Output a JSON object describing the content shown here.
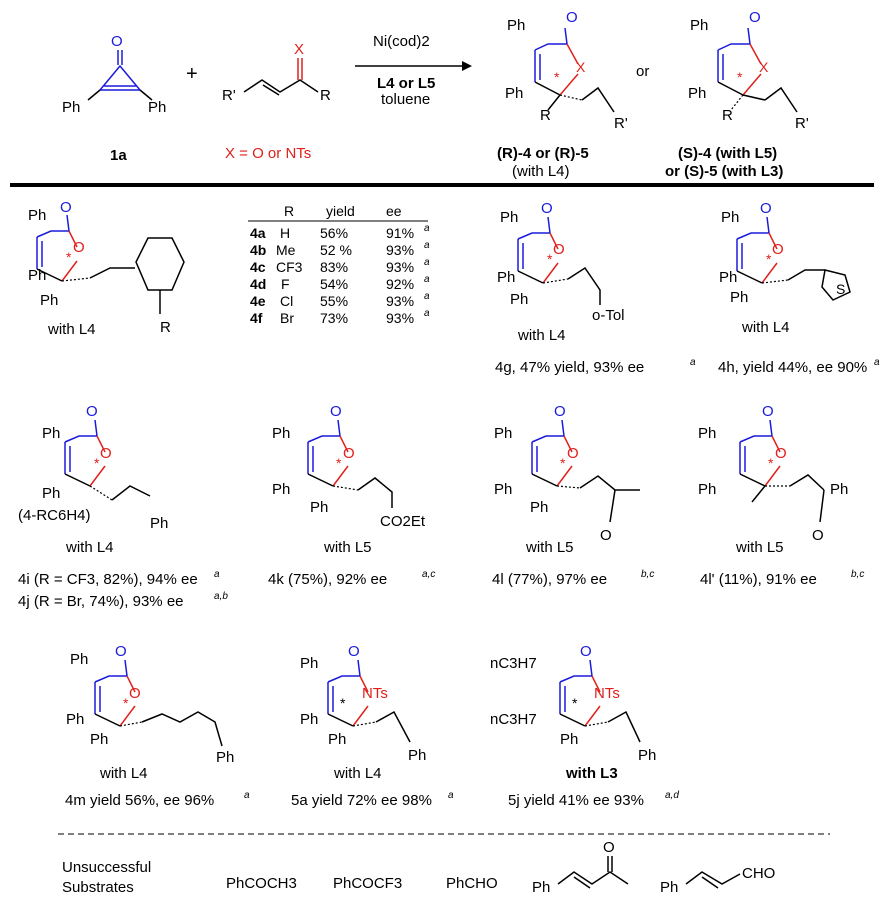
{
  "scheme": {
    "reactant1": {
      "label": "1a",
      "substituents": [
        "Ph",
        "Ph"
      ],
      "oxygen": "O"
    },
    "reactant2": {
      "r_prime": "R'",
      "r": "R",
      "x": "X",
      "x_note": "X = O or NTs"
    },
    "plus": "+",
    "conditions": {
      "catalyst": "Ni(cod)2",
      "ligand": "L4 or L5",
      "solvent": "toluene"
    },
    "or": "or",
    "product_r": {
      "caption_line1": "(R)-4 or (R)-5",
      "caption_line2": "(with L4)",
      "labels": [
        "Ph",
        "Ph",
        "R",
        "R'",
        "O",
        "X"
      ]
    },
    "product_s": {
      "caption_line1": "(S)-4 (with L5)",
      "caption_line2": "or (S)-5 (with L3)",
      "labels": [
        "Ph",
        "Ph",
        "R",
        "R'",
        "O",
        "X"
      ]
    }
  },
  "table": {
    "headers": [
      "R",
      "yield",
      "ee"
    ],
    "rows": [
      {
        "id": "4a",
        "r": "H",
        "yield": "56%",
        "ee": "91%",
        "note": "a"
      },
      {
        "id": "4b",
        "r": "Me",
        "yield": "52 %",
        "ee": "93%",
        "note": "a"
      },
      {
        "id": "4c",
        "r": "CF3",
        "yield": "83%",
        "ee": "93%",
        "note": "a"
      },
      {
        "id": "4d",
        "r": "F",
        "yield": "54%",
        "ee": "92%",
        "note": "a"
      },
      {
        "id": "4e",
        "r": "Cl",
        "yield": "55%",
        "ee": "93%",
        "note": "a"
      },
      {
        "id": "4f",
        "r": "Br",
        "yield": "73%",
        "ee": "93%",
        "note": "a"
      }
    ]
  },
  "compounds": {
    "c4af": {
      "with": "with L4",
      "r": "R"
    },
    "c4g": {
      "with": "with L4",
      "sub": "o-Tol",
      "caption": "4g, 47% yield, 93% ee",
      "note": "a"
    },
    "c4h": {
      "with": "with L4",
      "hetero": "S",
      "caption": "4h,  yield 44%, ee 90%",
      "note": "a"
    },
    "c4ij": {
      "with": "with L4",
      "aryl": "(4-RC6H4)",
      "cap1": "4i (R = CF3, 82%), 94% ee",
      "note1": "a",
      "cap2": "4j (R = Br, 74%), 93% ee",
      "note2": "a,b"
    },
    "c4k": {
      "with": "with L5",
      "ester": "CO2Et",
      "caption": "4k (75%), 92% ee",
      "note": "a,c"
    },
    "c4l": {
      "with": "with L5",
      "oxygen": "O",
      "caption": "4l (77%), 97% ee",
      "note": "b,c"
    },
    "c4lp": {
      "with": "with L5",
      "oxygen": "O",
      "caption": "4l' (11%), 91% ee",
      "note": "b,c"
    },
    "c4m": {
      "with": "with L4",
      "caption": "4m yield 56%, ee 96%",
      "note": "a"
    },
    "c5a": {
      "with": "with L4",
      "nts": "NTs",
      "caption": "5a yield 72% ee 98%",
      "note": "a"
    },
    "c5j": {
      "with": "with L3",
      "nts": "NTs",
      "propyl": "nC3H7",
      "caption": "5j yield 41% ee 93%",
      "note": "a,d"
    }
  },
  "unsuccessful": {
    "title_line1": "Unsuccessful",
    "title_line2": "Substrates",
    "items": [
      "PhCOCH3",
      "PhCOCF3",
      "PhCHO",
      "Ph",
      "Ph",
      "CHO"
    ]
  },
  "common_labels": {
    "ph": "Ph",
    "o": "O",
    "star": "*"
  },
  "colors": {
    "red": "#e0201b",
    "blue": "#1a1adc",
    "black": "#000000"
  }
}
